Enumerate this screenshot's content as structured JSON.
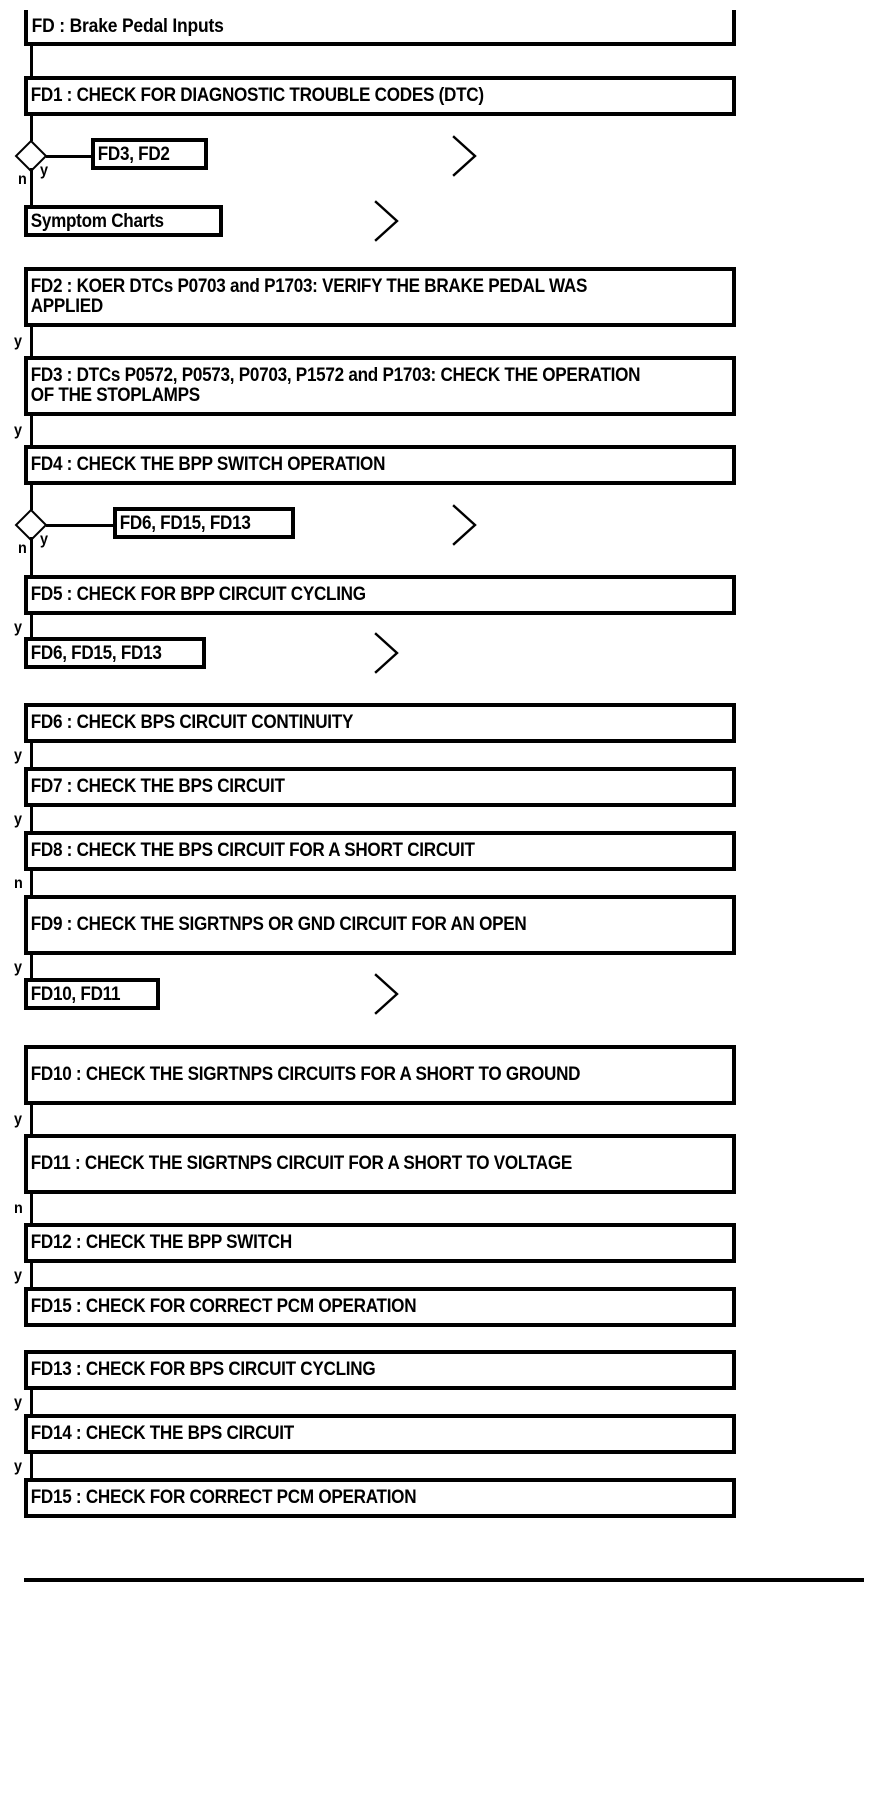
{
  "document": {
    "title": "FD : Brake Pedal Inputs",
    "type": "diagnostic-flowchart",
    "ink_color": "#000000",
    "paper_color": "#ffffff"
  },
  "header": {
    "label": "FD : Brake Pedal Inputs"
  },
  "steps": {
    "fd1": "FD1 : CHECK FOR DIAGNOSTIC TROUBLE CODES (DTC)",
    "fd2": "FD2 : KOER DTCs P0703 and P1703: VERIFY THE BRAKE PEDAL WAS APPLIED",
    "fd3": "FD3 : DTCs P0572, P0573, P0703, P1572 and P1703: CHECK THE OPERATION OF THE STOPLAMPS",
    "fd4": "FD4 : CHECK THE BPP SWITCH OPERATION",
    "fd5": "FD5 : CHECK FOR BPP CIRCUIT CYCLING",
    "fd6": "FD6 : CHECK BPS CIRCUIT CONTINUITY",
    "fd7": "FD7 : CHECK THE BPS CIRCUIT",
    "fd8": "FD8 : CHECK THE BPS CIRCUIT FOR A SHORT CIRCUIT",
    "fd9": "FD9 : CHECK THE SIGRTNPS OR GND CIRCUIT FOR AN OPEN",
    "fd10": "FD10 : CHECK THE SIGRTNPS CIRCUITS FOR A SHORT TO GROUND",
    "fd11": "FD11 : CHECK THE SIGRTNPS CIRCUIT FOR A SHORT TO VOLTAGE",
    "fd12": "FD12 : CHECK THE BPP SWITCH",
    "fd13": "FD13 : CHECK FOR BPS CIRCUIT CYCLING",
    "fd14": "FD14 : CHECK THE BPS CIRCUIT",
    "fd15a": "FD15 : CHECK FOR CORRECT PCM OPERATION",
    "fd15b": "FD15 : CHECK FOR CORRECT PCM OPERATION"
  },
  "connectors": {
    "goto_fd3_fd2": "FD3, FD2",
    "symptom_charts": "Symptom Charts",
    "goto_fd6_fd15_fd13_a": "FD6, FD15, FD13",
    "goto_fd6_fd15_fd13_b": "FD6, FD15, FD13",
    "goto_fd10_fd11": "FD10, FD11"
  },
  "branch_labels": {
    "yes": "y",
    "no": "n",
    "fd1_yes": "y",
    "fd1_no": "n",
    "fd2_yes": "y",
    "fd3_yes": "y",
    "fd4_yes": "y",
    "fd4_no": "n",
    "fd5_yes": "y",
    "fd6_yes": "y",
    "fd7_yes": "y",
    "fd8_no": "n",
    "fd9_yes": "y",
    "fd10_yes": "y",
    "fd11_no": "n",
    "fd12_yes": "y",
    "fd13_yes": "y",
    "fd14_yes": "y"
  },
  "decisions": {
    "fd1_decision": {
      "yes_target": "FD3, FD2",
      "no_target": "Symptom Charts"
    },
    "fd4_decision": {
      "yes_target": "FD6, FD15, FD13",
      "no_target": "FD5 : CHECK FOR BPP CIRCUIT CYCLING"
    }
  },
  "icons": {
    "chevron_right": "chevron-right-icon",
    "decision_diamond": "decision-diamond-icon"
  }
}
